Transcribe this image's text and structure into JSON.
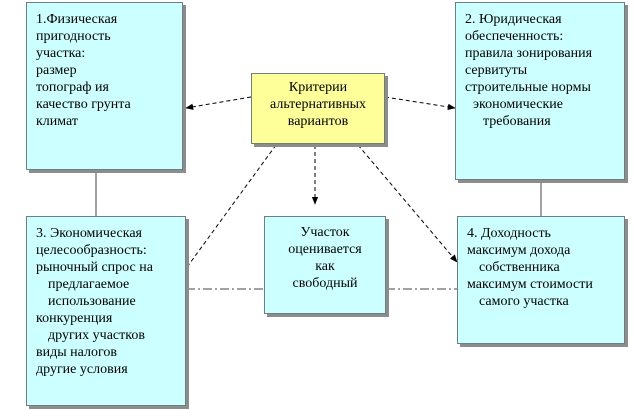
{
  "nodes": {
    "physical": {
      "lines": [
        "1.Физическая",
        "пригодность",
        "участка:",
        "размер",
        "топограф ия",
        "качество грунта",
        "климат"
      ]
    },
    "legal": {
      "lines": [
        "2. Юридическая",
        "обеспеченность:",
        "правила зонирования",
        "сервитуты",
        "строительные нормы",
        "экономические",
        "требования"
      ]
    },
    "criteria": {
      "lines": [
        "Критерии",
        "альтернативных",
        "вариантов"
      ]
    },
    "economic": {
      "lines": [
        "3. Экономическая",
        "целесообразность:",
        "рыночный спрос на",
        "предлагаемое",
        "использование",
        "конкуренция",
        "других участков",
        "виды налогов",
        "другие условия"
      ]
    },
    "vacant": {
      "lines": [
        "Участок",
        "оценивается",
        "как",
        "свободный"
      ]
    },
    "profit": {
      "lines": [
        "4. Доходность",
        "максимум дохода",
        "собственника",
        "максимум стоимости",
        "самого участка"
      ]
    }
  },
  "colors": {
    "box_fill": "#ccffff",
    "center_fill": "#ffff99",
    "border": "#6f7f80",
    "shadow": "#8c8c8c",
    "connector": "#000000"
  }
}
